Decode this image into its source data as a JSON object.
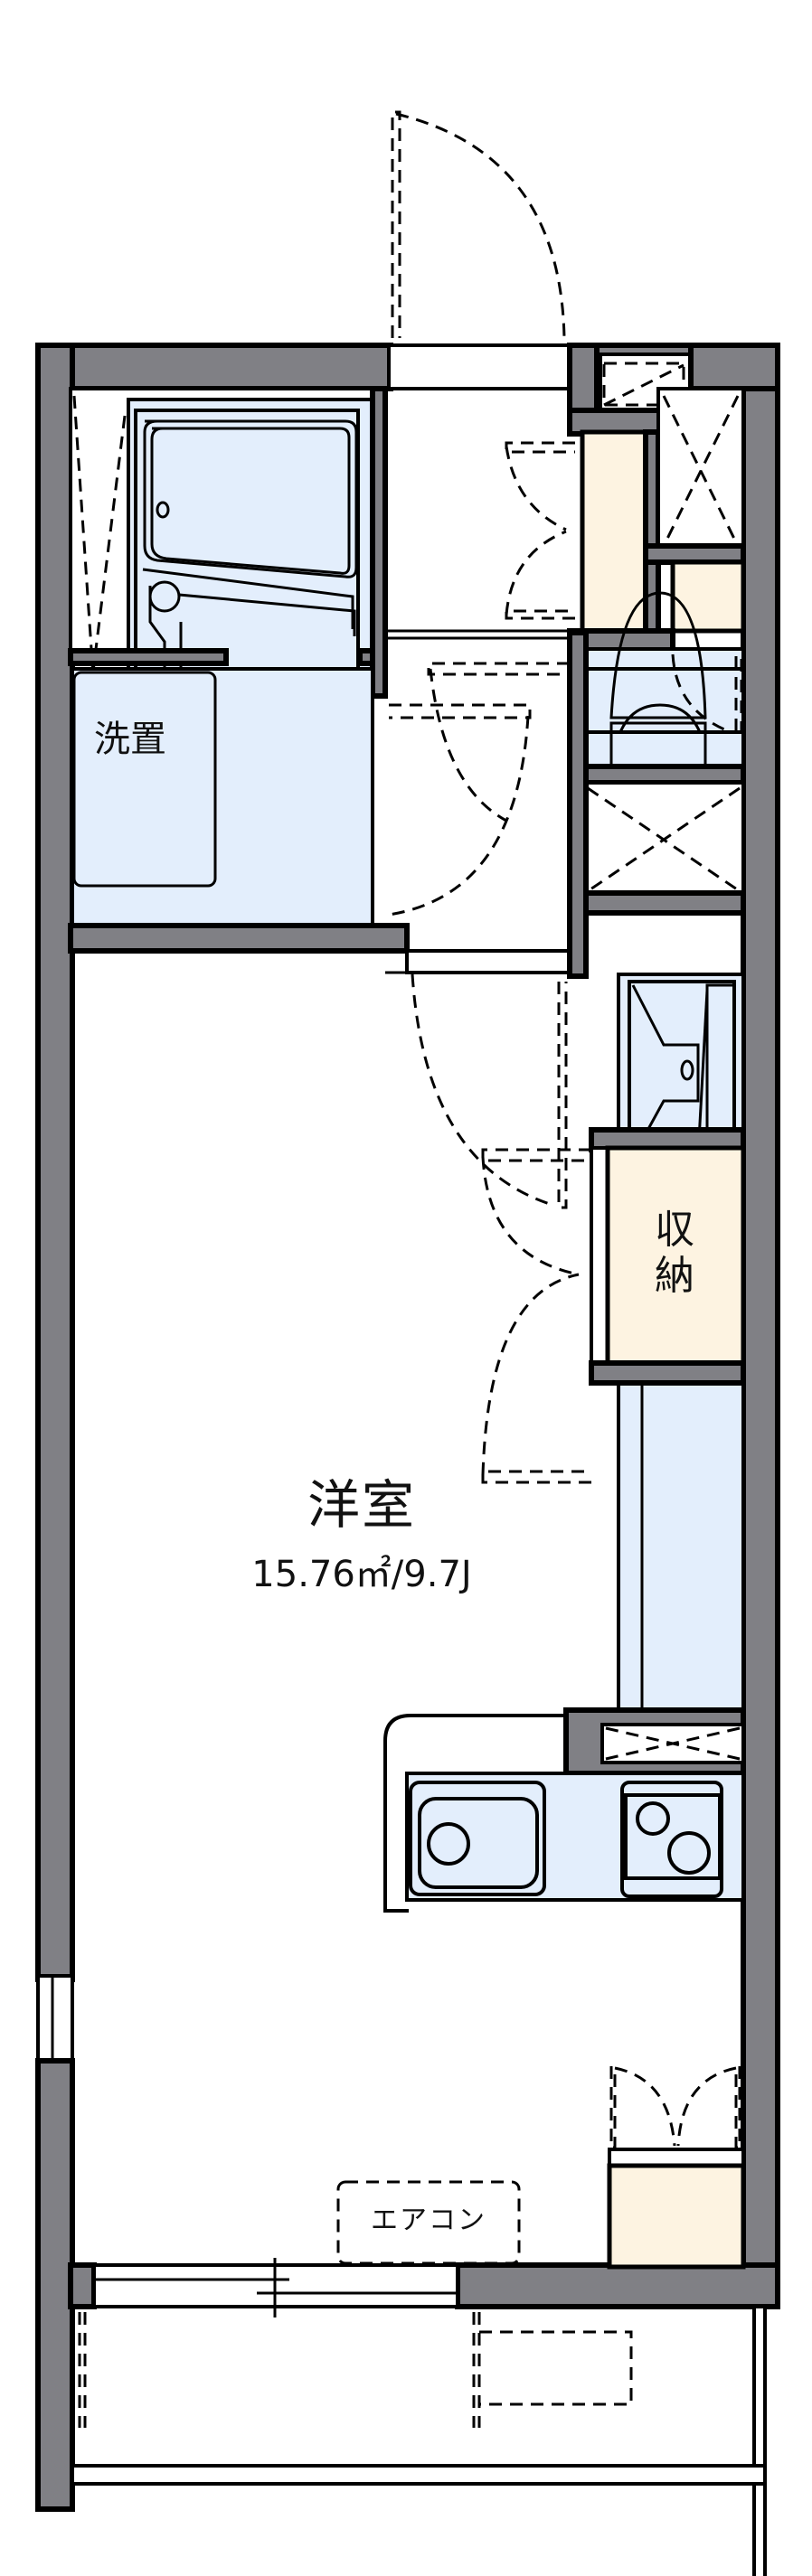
{
  "floor_plan": {
    "colors": {
      "wall": "#808085",
      "wet_area": "#e3eefc",
      "storage": "#fdf3e1",
      "floor": "#ffffff",
      "line": "#000000"
    },
    "rooms": {
      "western_room": {
        "name": "洋室",
        "area": "15.76㎡/9.7J"
      },
      "laundry": {
        "name": "洗置"
      },
      "closet": {
        "name_line1": "収",
        "name_line2": "納"
      }
    },
    "fixtures": {
      "air_conditioner": "エアコン",
      "unit_bath": "bath",
      "toilet": "toilet",
      "washbasin": "washbasin",
      "kitchen_sink": "sink",
      "stove": "two-burner stove"
    }
  }
}
